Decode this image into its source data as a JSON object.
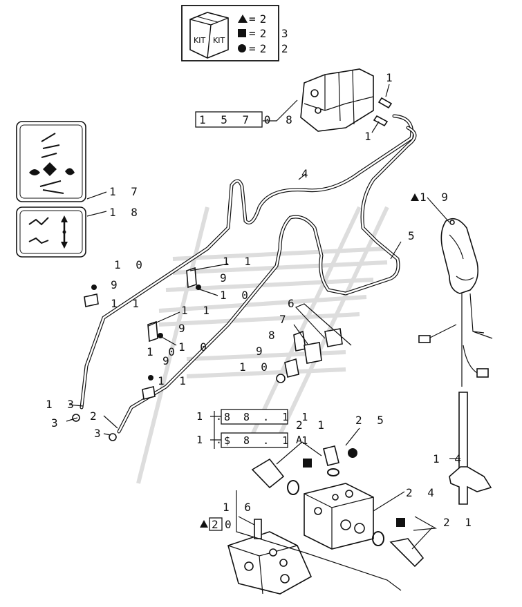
{
  "kit_legend": {
    "kit_label": "KIT",
    "rows": [
      {
        "symbol": "triangle",
        "text": "=2"
      },
      {
        "symbol": "square",
        "text": "=2 3"
      },
      {
        "symbol": "circle",
        "text": "=2 2"
      }
    ]
  },
  "callouts": {
    "c_15708": "1 5 7 0 8",
    "c_1_top": "1",
    "c_1_top2": "1",
    "c_4": "4",
    "c_5": "5",
    "c_17": "1 7",
    "c_18": "1 8",
    "c_19": "1 9",
    "c_10_a": "1 0",
    "c_9_a": "9",
    "c_11_a": "1 1",
    "c_11_b": "1 1",
    "c_9_b": "9",
    "c_10_b": "1 0",
    "c_11_c": "1 1",
    "c_9_c": "9",
    "c_10_c": "1 0",
    "c_6": "6",
    "c_7": "7",
    "c_8": "8",
    "c_9_d": "9",
    "c_10_d": "1 0",
    "c_10_e": "1 0",
    "c_9_e": "9",
    "c_11_d": "1 1",
    "c_13": "1 3",
    "c_3_a": "3",
    "c_2": "2",
    "c_3_b": "3",
    "ref1_prefix": "1 .",
    "ref1_box": "8 8 . 1 1",
    "ref2_prefix": "1 .",
    "ref2_box": "$ 8 . 1 1",
    "ref2_suffix": "A",
    "c_21_a": "2 1",
    "c_25": "2 5",
    "c_24": "2 4",
    "c_14": "1 4",
    "c_16": "1 6",
    "c_20_box": "2",
    "c_20_suffix": "0",
    "c_21_b": "2 1"
  }
}
